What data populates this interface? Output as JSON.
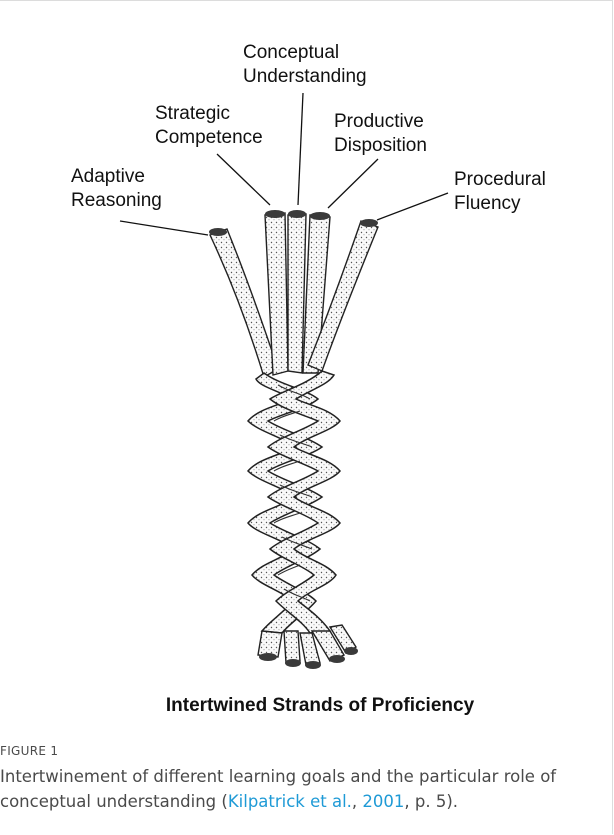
{
  "figure": {
    "labels": {
      "conceptual": "Conceptual\nUnderstanding",
      "strategic": "Strategic\nCompetence",
      "productive": "Productive\nDisposition",
      "adaptive": "Adaptive\nReasoning",
      "procedural": "Procedural\nFluency"
    },
    "title": "Intertwined Strands of Proficiency",
    "number": "FIGURE 1",
    "caption": {
      "text_before": "Intertwinement of different learning goals and the particular role of conceptual understanding (",
      "ref_authors": "Kilpatrick et al.",
      "sep": ", ",
      "ref_year": "2001",
      "text_after": ", p. 5)."
    }
  }
}
